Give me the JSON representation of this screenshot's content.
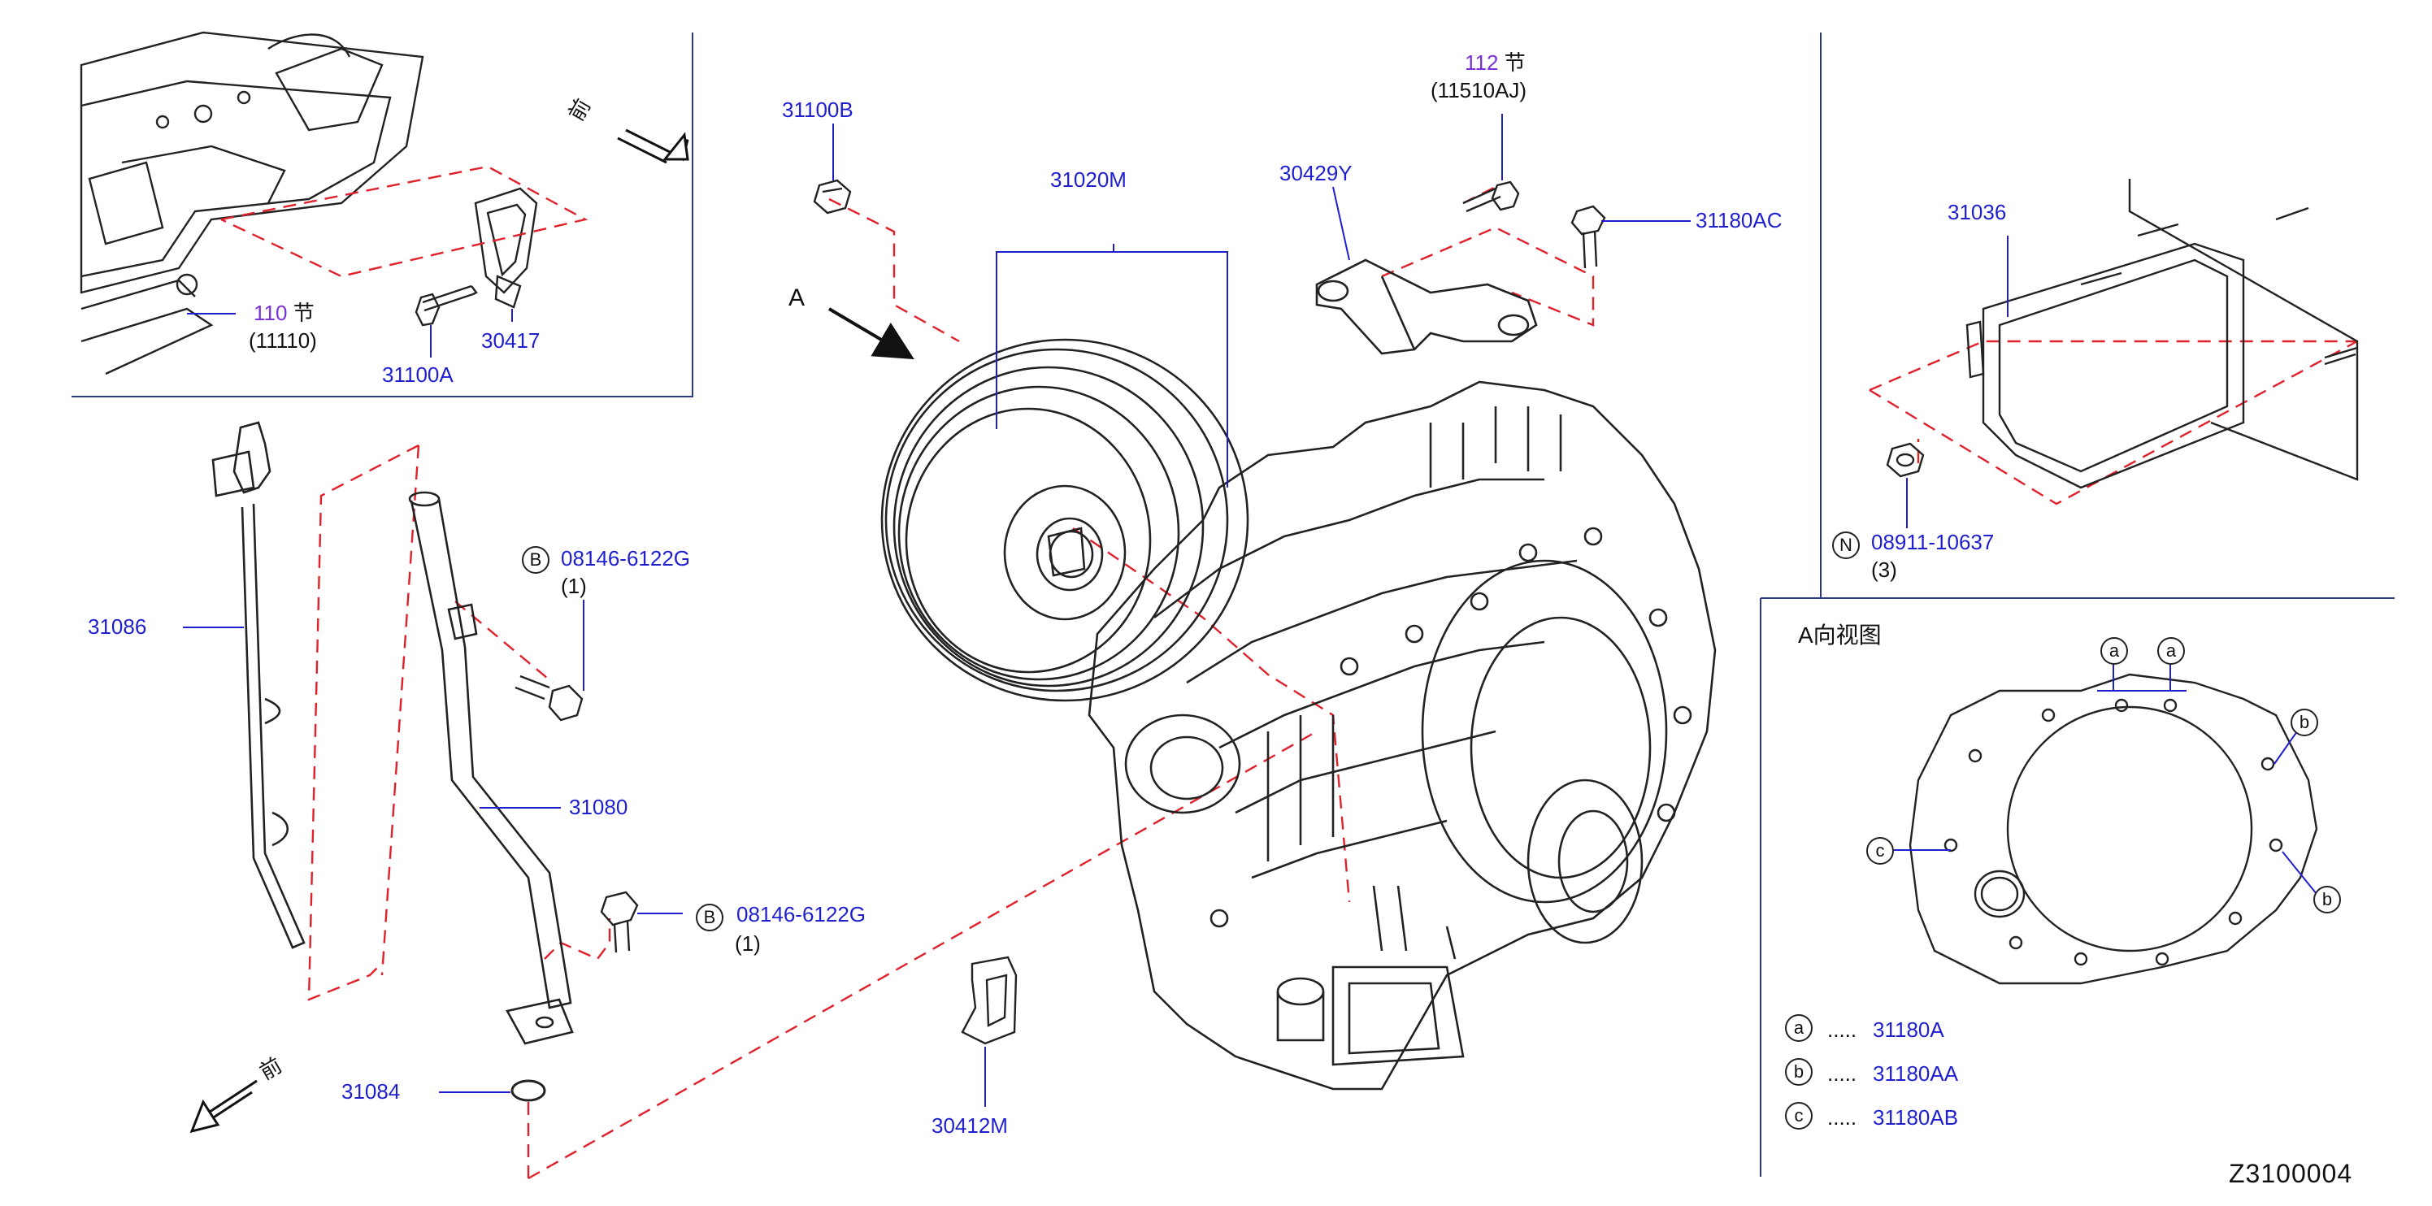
{
  "diagram_id": "Z3100004",
  "view_title": "A向视图",
  "arrow_letter": "A",
  "front_label": "前",
  "section_refs": [
    {
      "num": "110",
      "suffix": "节",
      "code": "(11110)"
    },
    {
      "num": "112",
      "suffix": "节",
      "code": "(11510AJ)"
    }
  ],
  "parts": {
    "p31100B": "31100B",
    "p31020M": "31020M",
    "p30429Y": "30429Y",
    "p31180AC": "31180AC",
    "p31036": "31036",
    "p31100A": "31100A",
    "p30417": "30417",
    "p31086": "31086",
    "p31080": "31080",
    "p31084": "31084",
    "p30412M": "30412M"
  },
  "bolts": [
    {
      "circle": "B",
      "code": "08146-6122G",
      "qty": "(1)"
    },
    {
      "circle": "B",
      "code": "08146-6122G",
      "qty": "(1)"
    }
  ],
  "nut": {
    "circle": "N",
    "code": "08911-10637",
    "qty": "(3)"
  },
  "view_callouts": {
    "a": "a",
    "b": "b",
    "c": "c"
  },
  "legend": [
    {
      "key": "a",
      "dots": ".....",
      "code": "31180A"
    },
    {
      "key": "b",
      "dots": ".....",
      "code": "31180AA"
    },
    {
      "key": "c",
      "dots": ".....",
      "code": "31180AB"
    }
  ],
  "colors": {
    "line": "#222222",
    "leader": "#1f1fd0",
    "dashed": "#e0202a",
    "label": "#1f1fd0",
    "section": "#7a32d8"
  }
}
